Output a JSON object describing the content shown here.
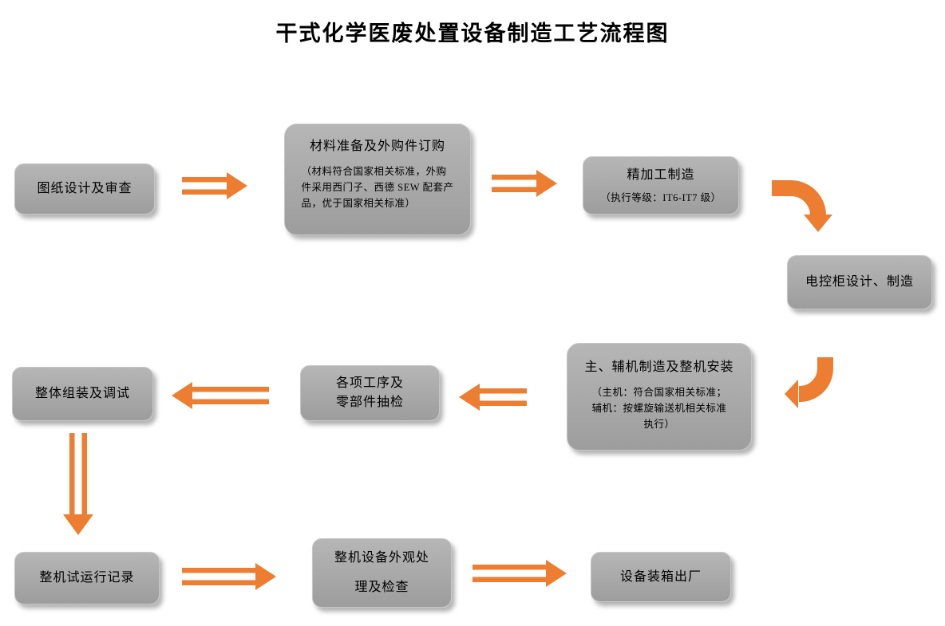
{
  "title": "干式化学医废处置设备制造工艺流程图",
  "colors": {
    "arrow": "#ED7D31",
    "box1": "#b6b6b6",
    "box2": "#9d9d9d"
  },
  "nodes": {
    "n1": {
      "label": "图纸设计及审查"
    },
    "n2": {
      "label": "材料准备及外购件订购",
      "sub": "（材料符合国家相关标准，外购\n件采用西门子、西德 SEW 配套产\n品，优于国家相关标准）"
    },
    "n3": {
      "label": "精加工制造",
      "sub": "（执行等级：IT6-IT7 级）"
    },
    "n4": {
      "label": "电控柜设计、制造"
    },
    "n5": {
      "label": "主、辅机制造及整机安装",
      "sub": "（主机：符合国家相关标准；\n辅机：按螺旋输送机相关标准\n执行）"
    },
    "n6": {
      "label": "各项工序及\n零部件抽检"
    },
    "n7": {
      "label": "整体组装及调试"
    },
    "n8": {
      "label": "整机试运行记录"
    },
    "n9": {
      "label": "整机设备外观处\n理及检查"
    },
    "n10": {
      "label": "设备装箱出厂"
    }
  }
}
